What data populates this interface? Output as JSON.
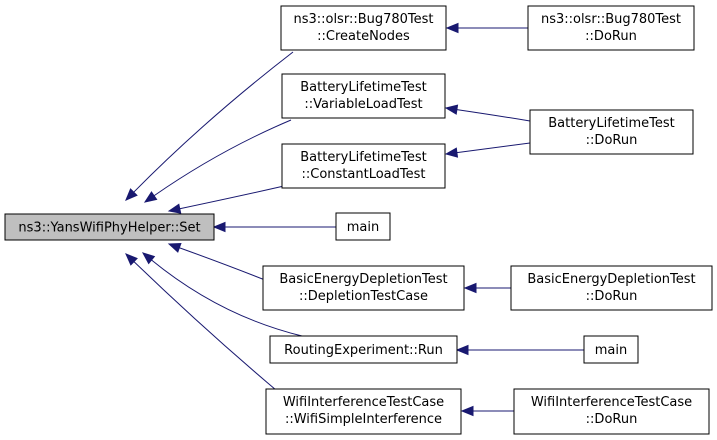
{
  "colors": {
    "edge": "#191970",
    "root_fill": "#bfbfbf",
    "node_fill": "#ffffff",
    "border": "#000000"
  },
  "nodes": {
    "set": [
      "ns3::YansWifiPhyHelper::Set"
    ],
    "bug780_create": [
      "ns3::olsr::Bug780Test",
      "::CreateNodes"
    ],
    "bug780_dorun": [
      "ns3::olsr::Bug780Test",
      "::DoRun"
    ],
    "battery_variable": [
      "BatteryLifetimeTest",
      "::VariableLoadTest"
    ],
    "battery_constant": [
      "BatteryLifetimeTest",
      "::ConstantLoadTest"
    ],
    "battery_dorun": [
      "BatteryLifetimeTest",
      "::DoRun"
    ],
    "main_1": [
      "main"
    ],
    "depletion_case": [
      "BasicEnergyDepletionTest",
      "::DepletionTestCase"
    ],
    "depletion_dorun": [
      "BasicEnergyDepletionTest",
      "::DoRun"
    ],
    "routing_run": [
      "RoutingExperiment::Run"
    ],
    "main_2": [
      "main"
    ],
    "wifi_simple": [
      "WifiInterferenceTestCase",
      "::WifiSimpleInterference"
    ],
    "wifi_dorun": [
      "WifiInterferenceTestCase",
      "::DoRun"
    ]
  },
  "edges": [
    [
      "bug780_create",
      "set"
    ],
    [
      "battery_variable",
      "set"
    ],
    [
      "battery_constant",
      "set"
    ],
    [
      "main_1",
      "set"
    ],
    [
      "depletion_case",
      "set"
    ],
    [
      "routing_run",
      "set"
    ],
    [
      "wifi_simple",
      "set"
    ],
    [
      "bug780_dorun",
      "bug780_create"
    ],
    [
      "battery_dorun",
      "battery_variable"
    ],
    [
      "battery_dorun",
      "battery_constant"
    ],
    [
      "depletion_dorun",
      "depletion_case"
    ],
    [
      "main_2",
      "routing_run"
    ],
    [
      "wifi_dorun",
      "wifi_simple"
    ]
  ]
}
